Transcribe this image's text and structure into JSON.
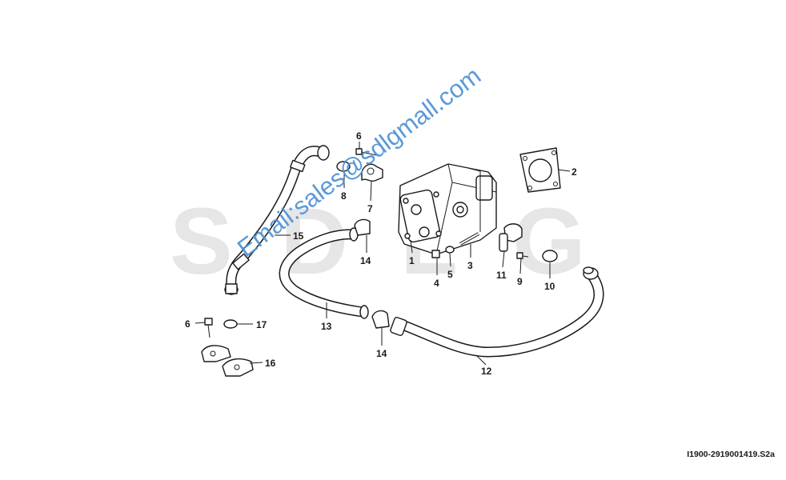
{
  "diagram": {
    "drawing_id": "I1900-2919001419.S2a",
    "background_logo_letters": [
      "S",
      "D",
      "L",
      "G"
    ],
    "background_logo_color": "#e6e6e6",
    "watermark": "Email:sales@sdlgmall.com",
    "watermark_color": "#4a8fd4",
    "callouts": [
      "1",
      "2",
      "3",
      "4",
      "5",
      "6",
      "6",
      "7",
      "8",
      "9",
      "10",
      "11",
      "12",
      "13",
      "14",
      "14",
      "15",
      "16",
      "17"
    ]
  }
}
